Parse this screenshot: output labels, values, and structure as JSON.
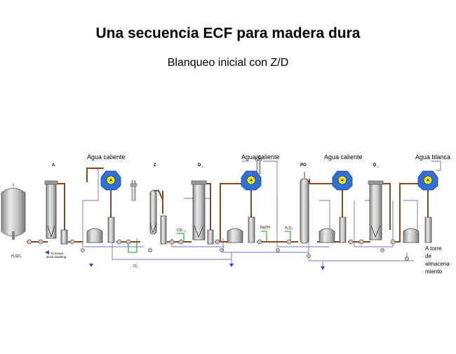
{
  "title": "Una secuencia ECF para madera dura",
  "subtitle": "Blanqueo inicial con Z/D",
  "labels": {
    "hot_water": "Agua caliente",
    "white_water": "Agua blanca",
    "stage_a": "A",
    "stage_z": "Z",
    "stage_d1": "D",
    "stage_d1_sub": "1",
    "stage_po": "PO",
    "stage_d2": "D",
    "stage_d2_sub": "1",
    "h2so4": "H₂SO₄",
    "to_brown_stock_line1": "To brown",
    "to_brown_stock_line2": "stock washing",
    "o2": "O",
    "o2_sub": "2",
    "clo2": "ClO",
    "clo2_sub": "2",
    "naoh": "NaOH",
    "h2o2": "H₂O₂",
    "storage_line1": "A torre",
    "storage_line2": "de",
    "storage_line3": "almacena-",
    "storage_line4": "miento"
  },
  "colors": {
    "pulp_line": "#8b4a1e",
    "water_line": "#8f8fd8",
    "chemical_line": "#2bbf2b",
    "filter_blue": "#2f6fd6",
    "filter_yellow": "#f2e600",
    "vessel_gray": "#b8b8b8"
  }
}
